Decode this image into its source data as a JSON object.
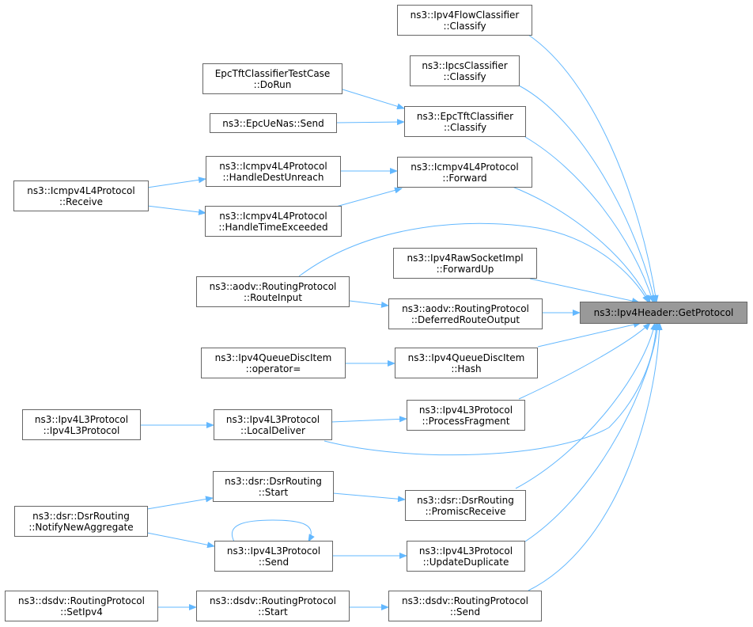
{
  "colors": {
    "edge": "#63b8ff",
    "node_border": "#666666",
    "target_fill": "#999999"
  },
  "target": {
    "label": "ns3::Ipv4Header::GetProtocol"
  },
  "nodes": {
    "ipv4flowclassifier_classify": {
      "line1": "ns3::Ipv4FlowClassifier",
      "line2": "::Classify"
    },
    "ipcsclassifier_classify": {
      "line1": "ns3::IpcsClassifier",
      "line2": "::Classify"
    },
    "epctftclassifiertestcase_dorun": {
      "line1": "EpcTftClassifierTestCase",
      "line2": "::DoRun"
    },
    "epcuenas_send": {
      "line1": "ns3::EpcUeNas::Send"
    },
    "epctftclassifier_classify": {
      "line1": "ns3::EpcTftClassifier",
      "line2": "::Classify"
    },
    "icmpv4l4protocol_handledestunreach": {
      "line1": "ns3::Icmpv4L4Protocol",
      "line2": "::HandleDestUnreach"
    },
    "icmpv4l4protocol_forward": {
      "line1": "ns3::Icmpv4L4Protocol",
      "line2": "::Forward"
    },
    "icmpv4l4protocol_receive": {
      "line1": "ns3::Icmpv4L4Protocol",
      "line2": "::Receive"
    },
    "icmpv4l4protocol_handletimeexceeded": {
      "line1": "ns3::Icmpv4L4Protocol",
      "line2": "::HandleTimeExceeded"
    },
    "ipv4rawsocketimpl_forwardup": {
      "line1": "ns3::Ipv4RawSocketImpl",
      "line2": "::ForwardUp"
    },
    "aodv_routeinput": {
      "line1": "ns3::aodv::RoutingProtocol",
      "line2": "::RouteInput"
    },
    "aodv_deferredrouteoutput": {
      "line1": "ns3::aodv::RoutingProtocol",
      "line2": "::DeferredRouteOutput"
    },
    "ipv4queuediscitem_operator": {
      "line1": "ns3::Ipv4QueueDiscItem",
      "line2": "::operator="
    },
    "ipv4queuediscitem_hash": {
      "line1": "ns3::Ipv4QueueDiscItem",
      "line2": "::Hash"
    },
    "ipv4l3protocol_ctor": {
      "line1": "ns3::Ipv4L3Protocol",
      "line2": "::Ipv4L3Protocol"
    },
    "ipv4l3protocol_localdeliver": {
      "line1": "ns3::Ipv4L3Protocol",
      "line2": "::LocalDeliver"
    },
    "ipv4l3protocol_processfragment": {
      "line1": "ns3::Ipv4L3Protocol",
      "line2": "::ProcessFragment"
    },
    "dsrrouting_start": {
      "line1": "ns3::dsr::DsrRouting",
      "line2": "::Start"
    },
    "dsrrouting_promiscreceive": {
      "line1": "ns3::dsr::DsrRouting",
      "line2": "::PromiscReceive"
    },
    "dsrrouting_notifynewaggregate": {
      "line1": "ns3::dsr::DsrRouting",
      "line2": "::NotifyNewAggregate"
    },
    "ipv4l3protocol_send": {
      "line1": "ns3::Ipv4L3Protocol",
      "line2": "::Send"
    },
    "ipv4l3protocol_updateduplicate": {
      "line1": "ns3::Ipv4L3Protocol",
      "line2": "::UpdateDuplicate"
    },
    "dsdv_setipv4": {
      "line1": "ns3::dsdv::RoutingProtocol",
      "line2": "::SetIpv4"
    },
    "dsdv_start": {
      "line1": "ns3::dsdv::RoutingProtocol",
      "line2": "::Start"
    },
    "dsdv_send": {
      "line1": "ns3::dsdv::RoutingProtocol",
      "line2": "::Send"
    }
  }
}
